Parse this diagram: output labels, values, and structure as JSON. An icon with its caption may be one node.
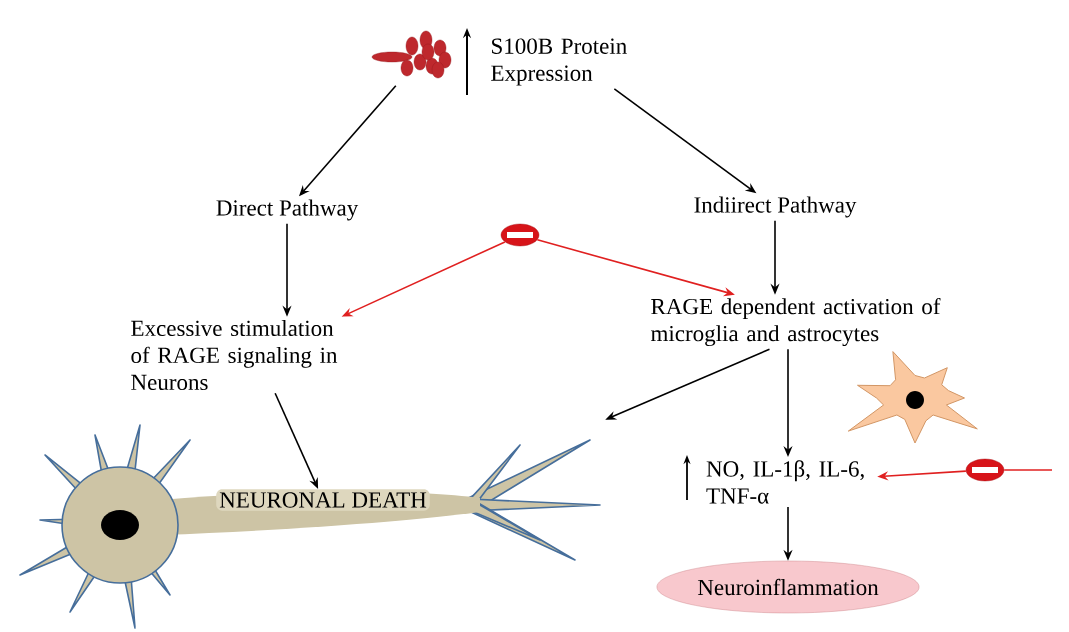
{
  "diagram": {
    "nodes": [
      {
        "text": [],
        "shape": "picture"
      },
      {
        "text": [
          "S100B Protein Expression"
        ]
      },
      {
        "text": [
          "Direct Pathway"
        ]
      },
      {
        "text": [
          "Indiirect Pathway"
        ]
      },
      {
        "text": [],
        "shape": "circle"
      },
      {
        "text": [
          "Excessive stimulation of RAGE signaling in Neurons"
        ]
      },
      {
        "text": [
          "RAGE dependent activation of microglia and astrocytes"
        ]
      },
      {
        "text": [],
        "shape": "picture"
      },
      {
        "text": [
          "NEURONAL DEATH"
        ],
        "in": 7
      },
      {
        "text": [
          "NO, IL-1β, IL-6, TNF-α"
        ]
      },
      {
        "text": [],
        "shape": "circle"
      },
      {
        "text": [
          "Neuroinflammation"
        ]
      }
    ],
    "edges": [
      {
        "from": 0,
        "to": 2,
        "arrow": "to"
      },
      {
        "from": 1,
        "to": 3,
        "arrow": "to"
      },
      {
        "from": 2,
        "to": 5,
        "arrow": "to"
      },
      {
        "from": 3,
        "to": 6,
        "arrow": "to"
      },
      {
        "from": 4,
        "to": 5,
        "arrow": "to",
        "color": "#e02020"
      },
      {
        "from": 4,
        "to": 6,
        "arrow": "to",
        "color": "#e02020"
      },
      {
        "from": 5,
        "to": 8,
        "arrow": "to"
      },
      {
        "from": 6,
        "to": 7,
        "arrow": "to"
      },
      {
        "from": 6,
        "to": 9,
        "arrow": "to"
      },
      {
        "from": 10,
        "to": 9,
        "arrow": "to",
        "color": "#e02020"
      },
      {
        "from": null,
        "to": 10,
        "arrow": "none",
        "color": "#e02020"
      },
      {
        "from": 9,
        "to": 11,
        "arrow": "to"
      }
    ]
  }
}
